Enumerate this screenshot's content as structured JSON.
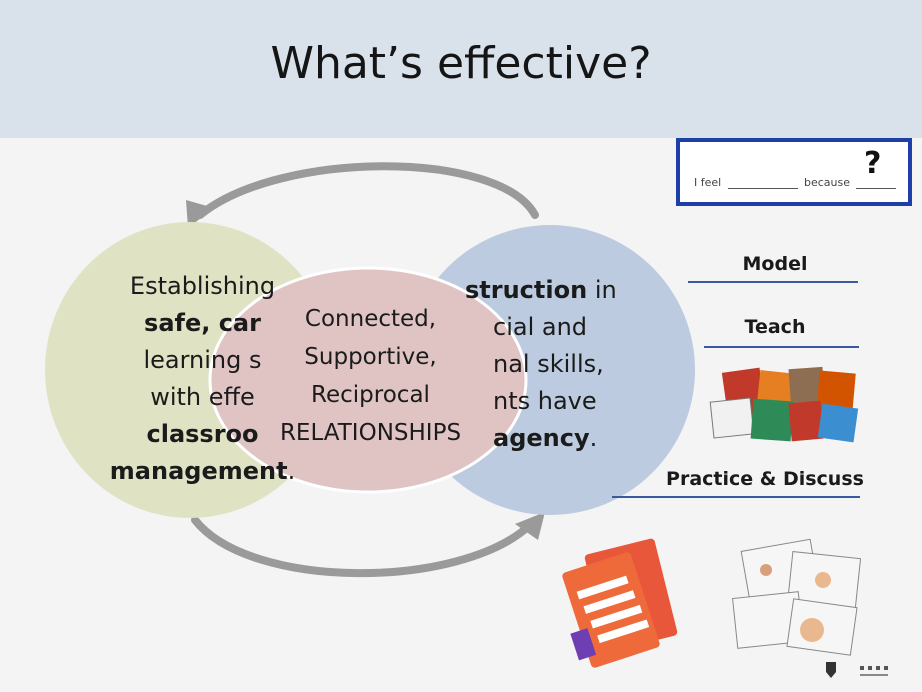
{
  "slide": {
    "title": "What’s effective?"
  },
  "diagram": {
    "left_circle": {
      "line1": "Establishing",
      "line2a": "safe, ",
      "line2b": "car",
      "line3": "learning s",
      "line4": "with effe",
      "line5": "classroo",
      "line6": "management",
      "line6_tail": ".",
      "color": "#dfe3c4"
    },
    "right_circle": {
      "line1": "struction",
      "line1_tail": " in",
      "line2": "cial and",
      "line3": "nal skills,",
      "line4": "nts have",
      "line5": "agency",
      "line5_tail": ".",
      "color": "#bccbdf"
    },
    "center_ellipse": {
      "line1": "Connected,",
      "line2": "Supportive,",
      "line3": "Reciprocal",
      "line4": "RELATIONSHIPS",
      "color": "#e0c4c4"
    }
  },
  "feel_box": {
    "i_feel": "I feel",
    "because": "because",
    "question_mark": "?"
  },
  "side_panel": {
    "model": "Model",
    "teach": "Teach",
    "practice": "Practice & Discuss"
  }
}
